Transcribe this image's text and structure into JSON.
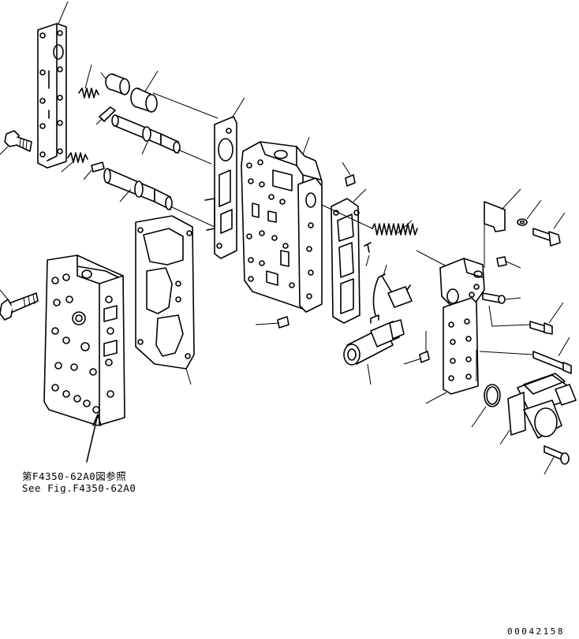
{
  "reference": {
    "japanese": "第F4350-62A0図参照",
    "english": "See Fig.F4350-62A0"
  },
  "drawing_id": "00042158"
}
